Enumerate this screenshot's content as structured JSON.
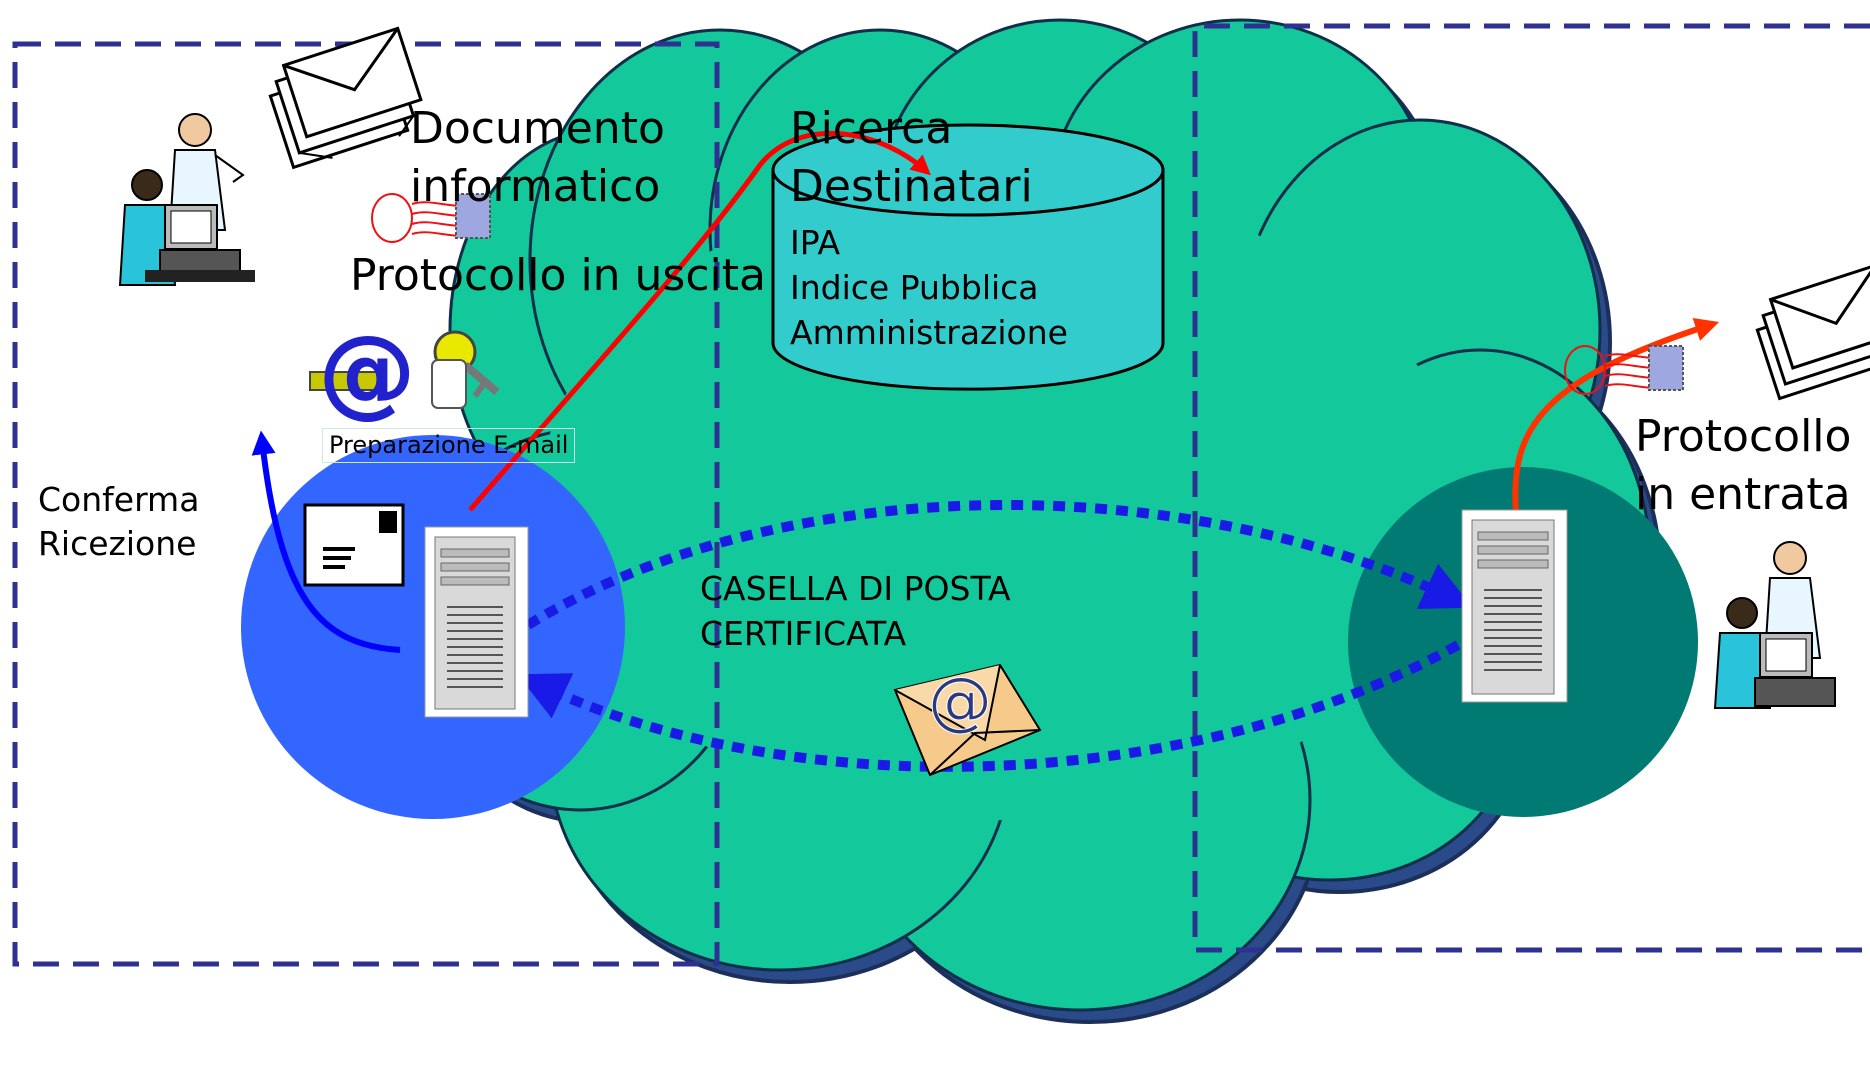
{
  "texts": {
    "documento": "Documento\ninformatico",
    "protocollo_uscita": "Protocollo in uscita",
    "preparazione": "Preparazione E-mail",
    "conferma": "Conferma\nRicezione",
    "ricerca": "Ricerca\nDestinatari",
    "ipa": "IPA\nIndice Pubblica\nAmministrazione",
    "casella": "CASELLA DI POSTA\nCERTIFICATA",
    "protocollo_entrata": "Protocollo\nin entrata"
  },
  "icons": {
    "mail_stack": "mail-stack-icon",
    "postage_stamp": "postage-stamp-icon",
    "at_key": "at-key-icon",
    "server": "server-icon",
    "envelope": "envelope-icon",
    "email_envelope": "email-envelope-icon",
    "operators": "operators-clipart-icon"
  },
  "colors": {
    "cloud": "#13C99B",
    "cloud_shadow": "#2a4a8a",
    "sender_circle": "#3366FF",
    "receiver_circle": "#007A73",
    "database": "#33CCCC",
    "dash_border": "#2E3192",
    "dotted_arrows": "#1A1AE6",
    "red_arrow": "#FF0000",
    "orange_arrow": "#FF3300",
    "blue_arrow": "#0000FF"
  }
}
